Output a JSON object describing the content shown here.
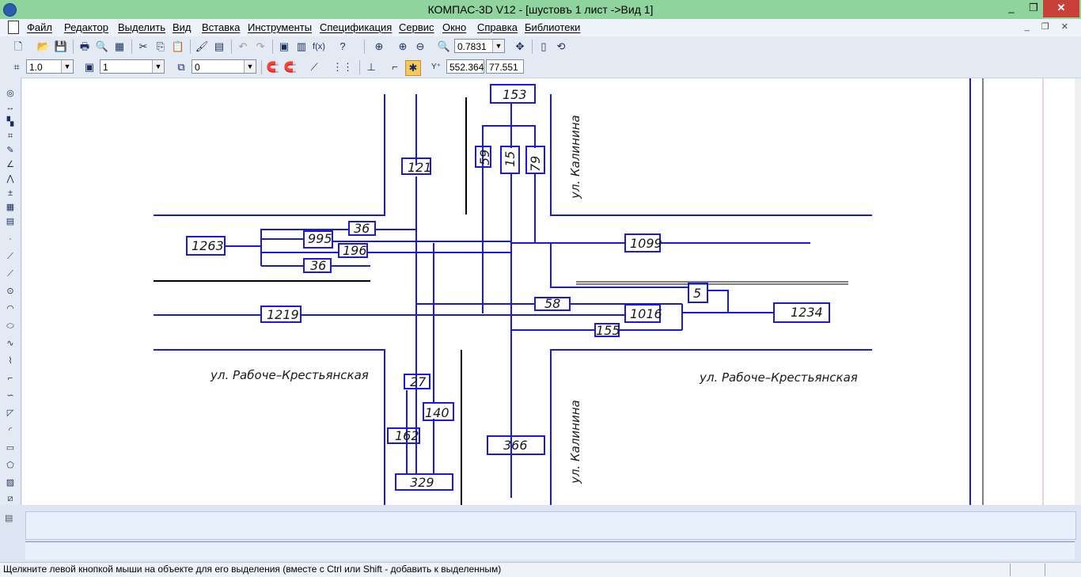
{
  "window": {
    "title": "КОМПАС-3D V12 - [шустовъ 1 лист ->Вид 1]",
    "controls": {
      "minimize": "_",
      "maximize": "❐",
      "close": "✕"
    }
  },
  "menu": {
    "items": [
      "Файл",
      "Редактор",
      "Выделить",
      "Вид",
      "Вставка",
      "Инструменты",
      "Спецификация",
      "Сервис",
      "Окно",
      "Справка",
      "Библиотеки"
    ],
    "doc_controls": "_ ❐ ✕"
  },
  "toolbar1": {
    "zoom_value": "0.7831"
  },
  "toolbar2": {
    "step_value": "1.0",
    "layer_value": "1",
    "style_value": "0",
    "coord_x": "552.364",
    "coord_y": "77.551"
  },
  "drawing": {
    "street_labels": [
      "ул. Калинина",
      "ул. Калинина",
      "ул. Рабоче–Крестьянская",
      "ул. Рабоче–Крестьянская"
    ],
    "labels": [
      "153",
      "59",
      "15",
      "79",
      "121",
      "36",
      "995",
      "196",
      "36",
      "1263",
      "1099",
      "5",
      "58",
      "1219",
      "1016",
      "155",
      "1234",
      "27",
      "140",
      "162",
      "329",
      "366"
    ],
    "line_color": "#1a1ad8"
  },
  "status": {
    "message": "Щелкните левой кнопкой мыши на объекте для его выделения (вместе с Ctrl или Shift - добавить к выделенным)"
  }
}
